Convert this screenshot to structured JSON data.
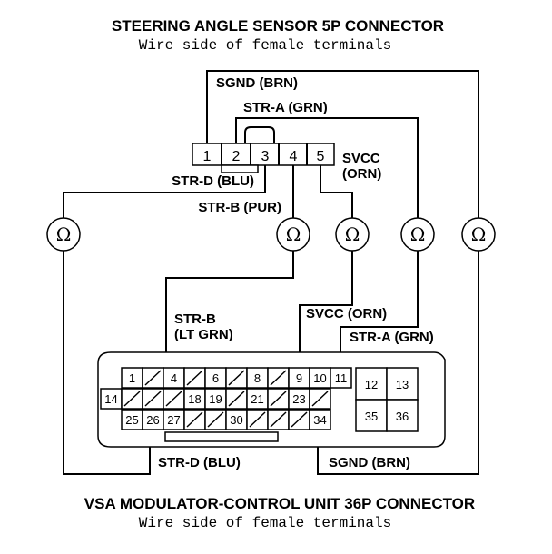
{
  "top_connector": {
    "title": "STEERING ANGLE SENSOR 5P CONNECTOR",
    "subtitle": "Wire side of female terminals",
    "pins": [
      "1",
      "2",
      "3",
      "4",
      "5"
    ]
  },
  "bottom_connector": {
    "title": "VSA MODULATOR-CONTROL UNIT 36P CONNECTOR",
    "subtitle": "Wire side of female terminals",
    "pins": [
      "1",
      "4",
      "6",
      "8",
      "9",
      "10",
      "11",
      "12",
      "13",
      "14",
      "18",
      "19",
      "21",
      "23",
      "25",
      "26",
      "27",
      "30",
      "34",
      "35",
      "36"
    ]
  },
  "wire_labels": {
    "sgnd_top": "SGND (BRN)",
    "stra_top": "STR-A (GRN)",
    "svcc_top_1": "SVCC",
    "svcc_top_2": "(ORN)",
    "strd_top": "STR-D (BLU)",
    "strb_top": "STR-B (PUR)",
    "strb_bot_1": "STR-B",
    "strb_bot_2": "(LT GRN)",
    "svcc_bot": "SVCC (ORN)",
    "stra_bot": "STR-A (GRN)",
    "strd_bot": "STR-D (BLU)",
    "sgnd_bot": "SGND (BRN)"
  },
  "ohmmeter_symbol": "Ω"
}
